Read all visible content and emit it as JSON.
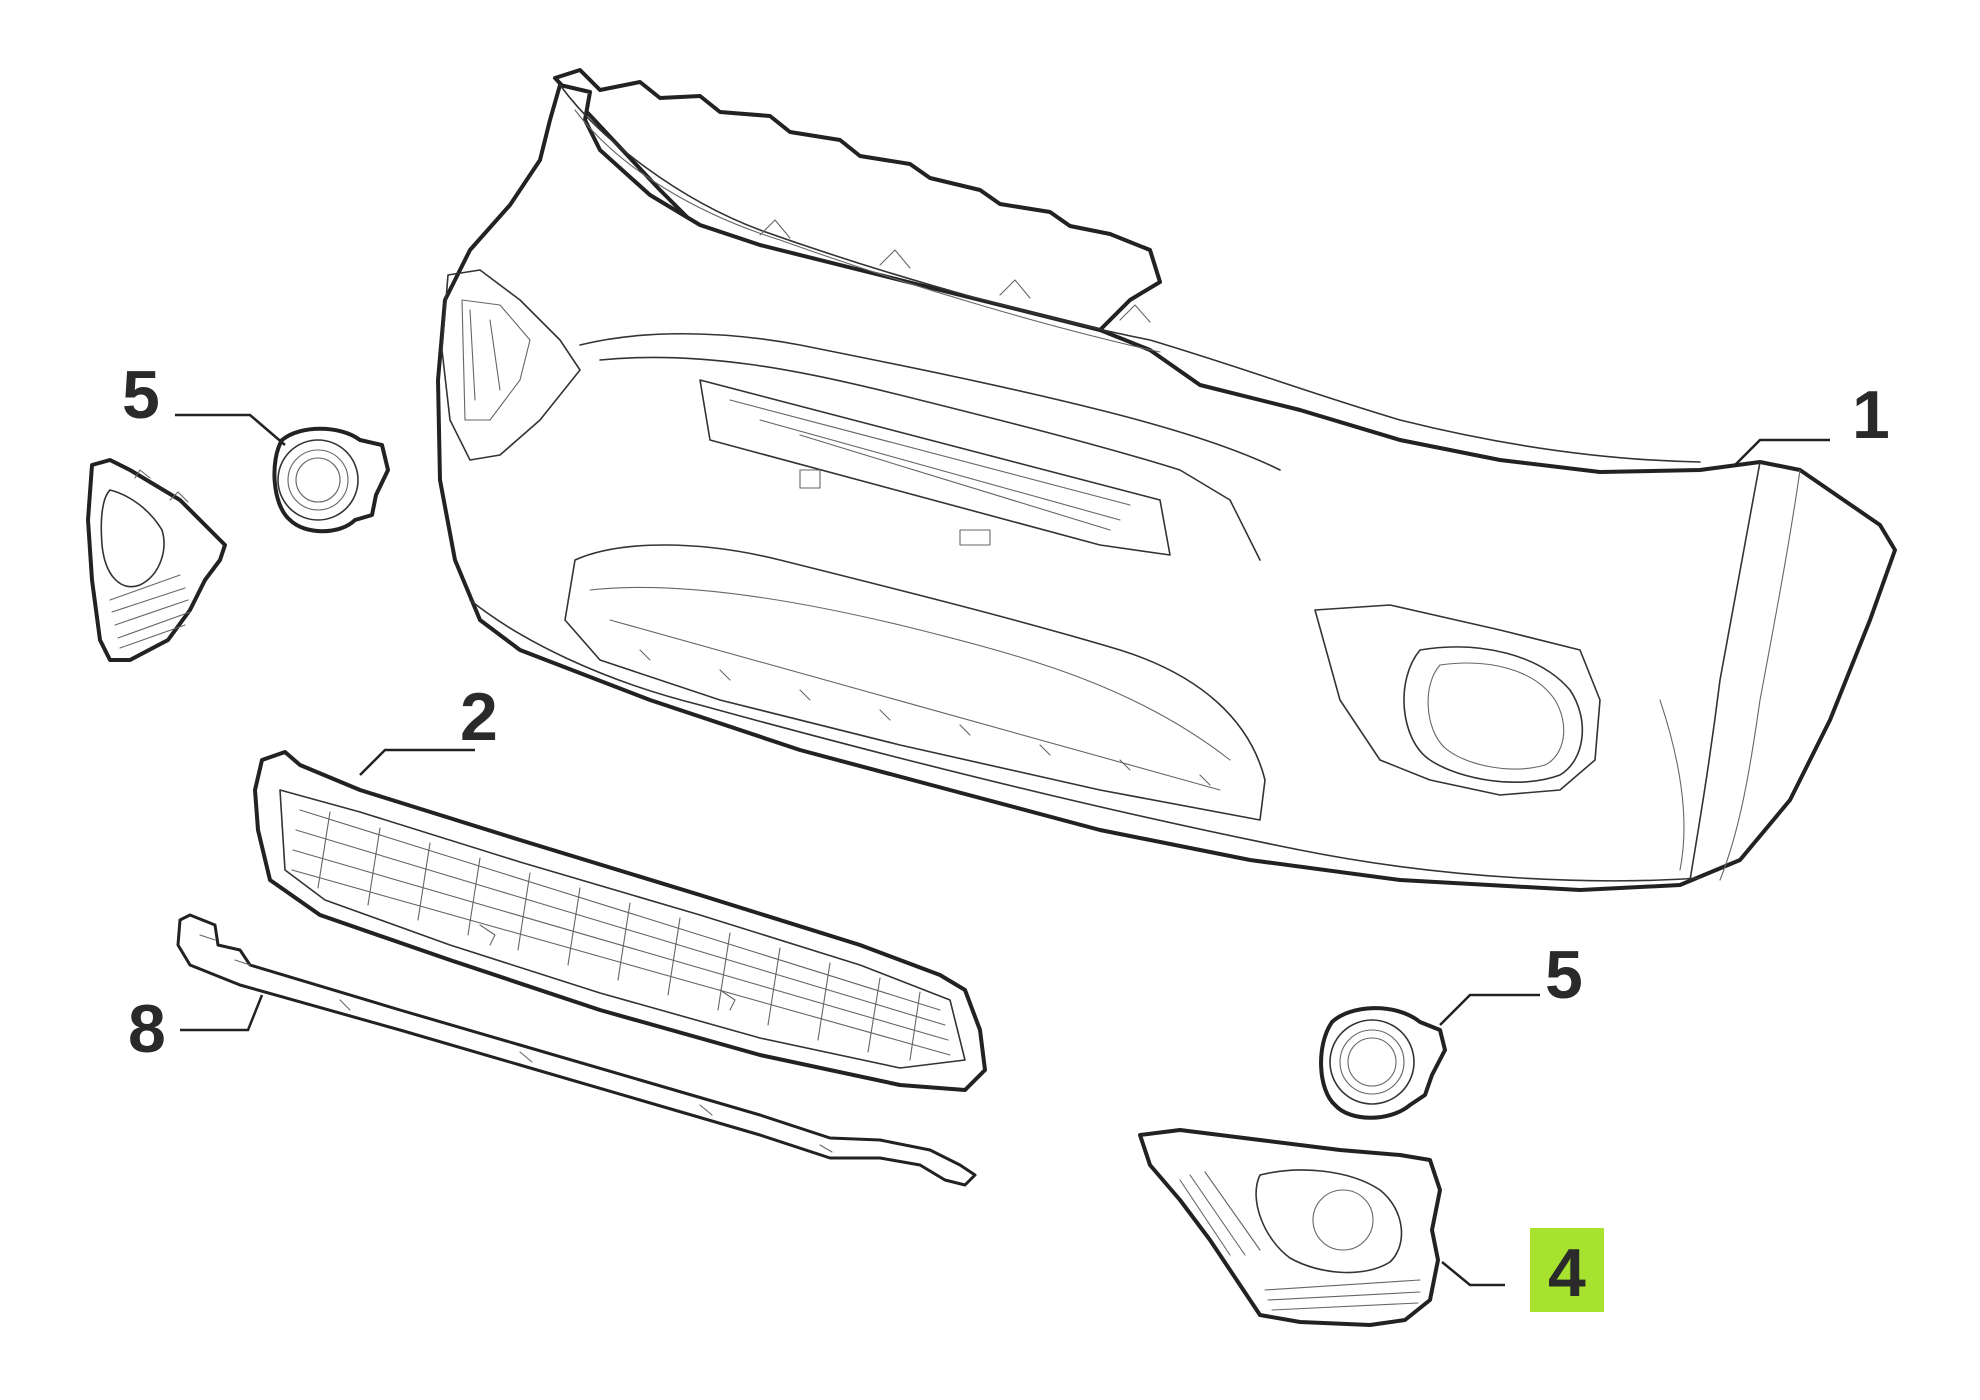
{
  "colors": {
    "line": "#222222",
    "background": "#ffffff",
    "highlight": "#a6e22e"
  },
  "callouts": [
    {
      "id": "c1",
      "label": "1",
      "part": "front-bumper",
      "highlighted": false
    },
    {
      "id": "c2",
      "label": "2",
      "part": "lower-grille",
      "highlighted": false
    },
    {
      "id": "c5a",
      "label": "5",
      "part": "fog-lamp-left",
      "highlighted": false
    },
    {
      "id": "c5b",
      "label": "5",
      "part": "fog-lamp-right",
      "highlighted": false
    },
    {
      "id": "c8",
      "label": "8",
      "part": "reinforcement-bracket",
      "highlighted": false
    },
    {
      "id": "c4",
      "label": "4",
      "part": "fog-lamp-bezel-right",
      "highlighted": true
    }
  ]
}
